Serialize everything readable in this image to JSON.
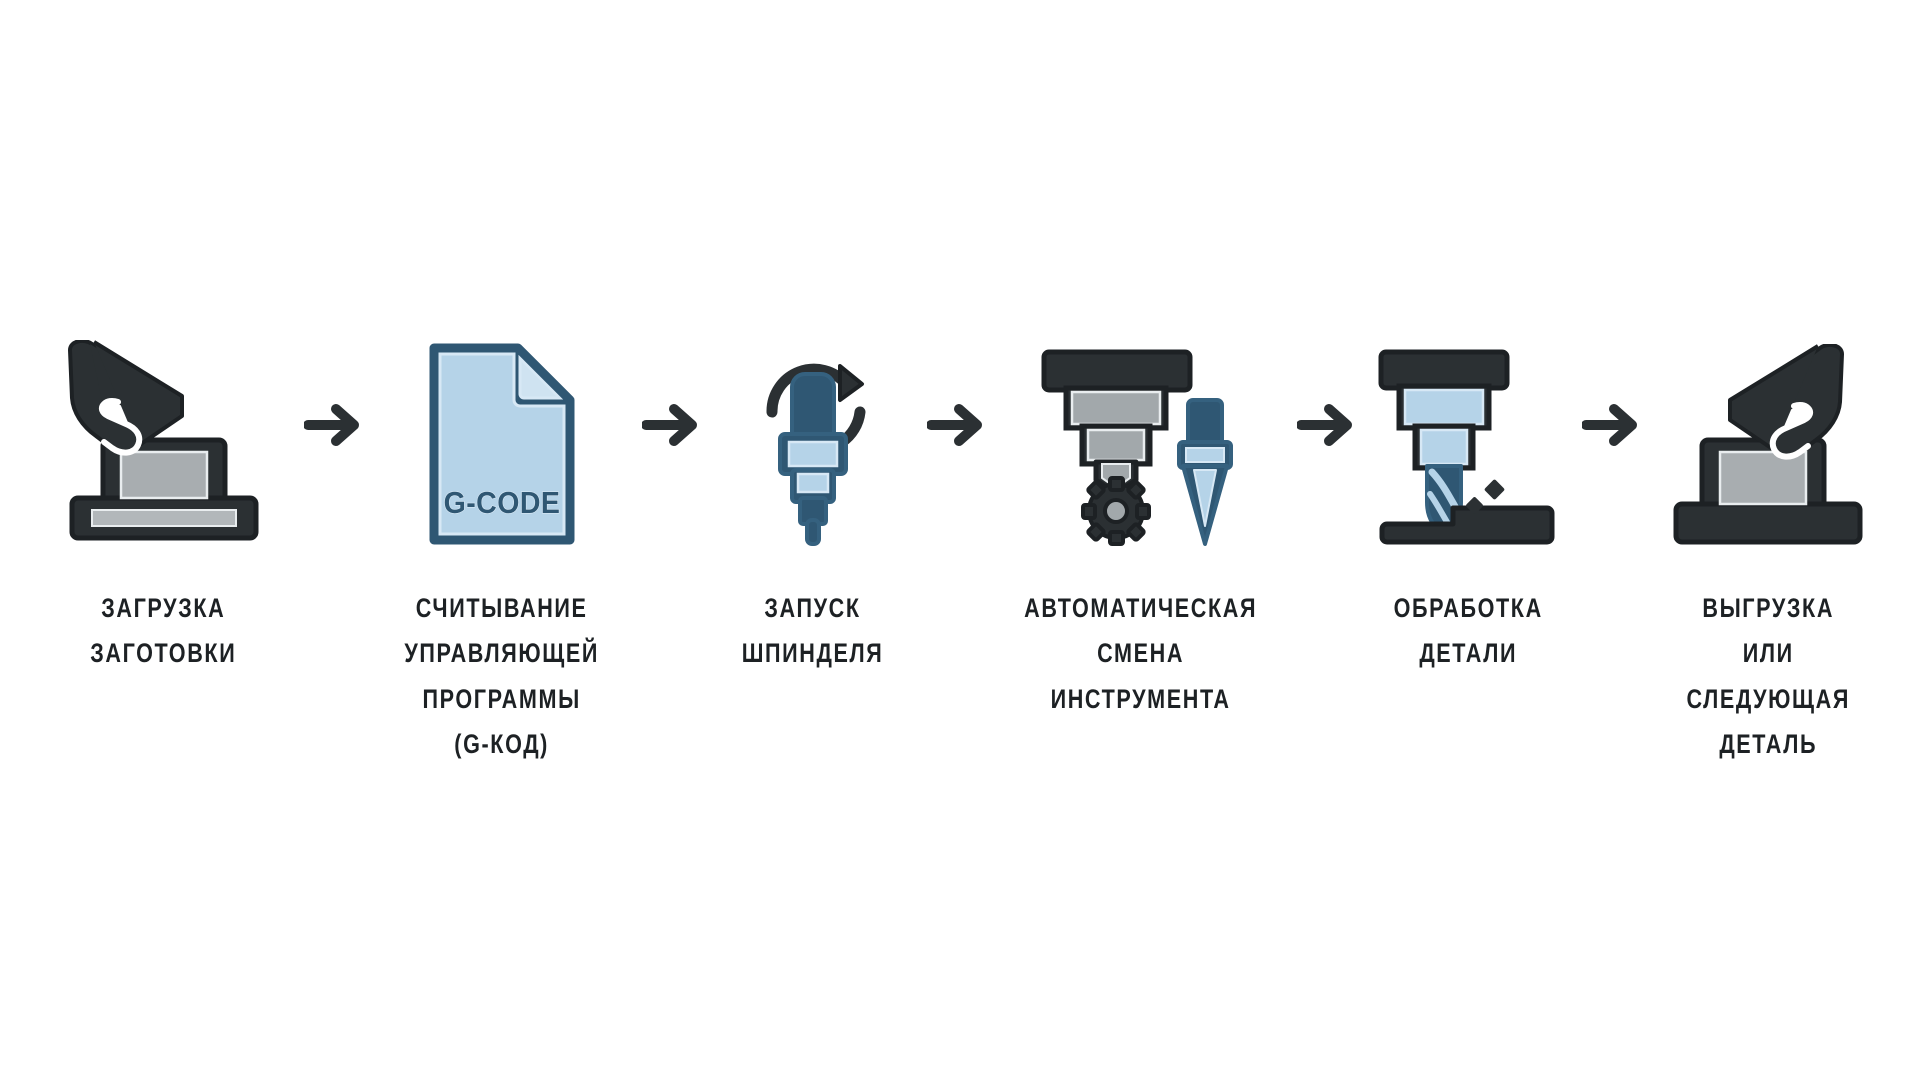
{
  "diagram": {
    "title": "CNC machining process flow",
    "background": "#ffffff",
    "colors": {
      "dark": "#2b3033",
      "dark_outline": "#1d2124",
      "steel_gray": "#a2a8ab",
      "steel_gray_light": "#b8bdc0",
      "blue_dark": "#2f5773",
      "blue_mid": "#35617f",
      "blue_light": "#b5d3e8",
      "blue_pale": "#cfe3f1",
      "text": "#1d2124"
    },
    "arrow_label": "arrow-right",
    "steps": [
      {
        "id": "load-blank",
        "icon": "hand-placing-blank-icon",
        "caption_lines": [
          "ЗАГРУЗКА",
          "ЗАГОТОВКИ"
        ]
      },
      {
        "id": "read-program",
        "icon": "gcode-document-icon",
        "document_text": "G-CODE",
        "caption_lines": [
          "СЧИТЫВАНИЕ",
          "УПРАВЛЯЮЩЕЙ",
          "ПРОГРАММЫ",
          "(G-КОД)"
        ]
      },
      {
        "id": "start-spindle",
        "icon": "rotating-spindle-icon",
        "caption_lines": [
          "ЗАПУСК",
          "ШПИНДЕЛЯ"
        ]
      },
      {
        "id": "auto-tool-change",
        "icon": "tool-changer-icon",
        "caption_lines": [
          "АВТОМАТИЧЕСКАЯ",
          "СМЕНА",
          "ИНСТРУМЕНТА"
        ]
      },
      {
        "id": "machining",
        "icon": "milling-cutter-icon",
        "caption_lines": [
          "ОБРАБОТКА",
          "ДЕТАЛИ"
        ]
      },
      {
        "id": "unload",
        "icon": "hand-removing-part-icon",
        "caption_lines": [
          "ВЫГРУЗКА",
          "ИЛИ",
          "СЛЕДУЮЩАЯ",
          "ДЕТАЛЬ"
        ]
      }
    ]
  }
}
